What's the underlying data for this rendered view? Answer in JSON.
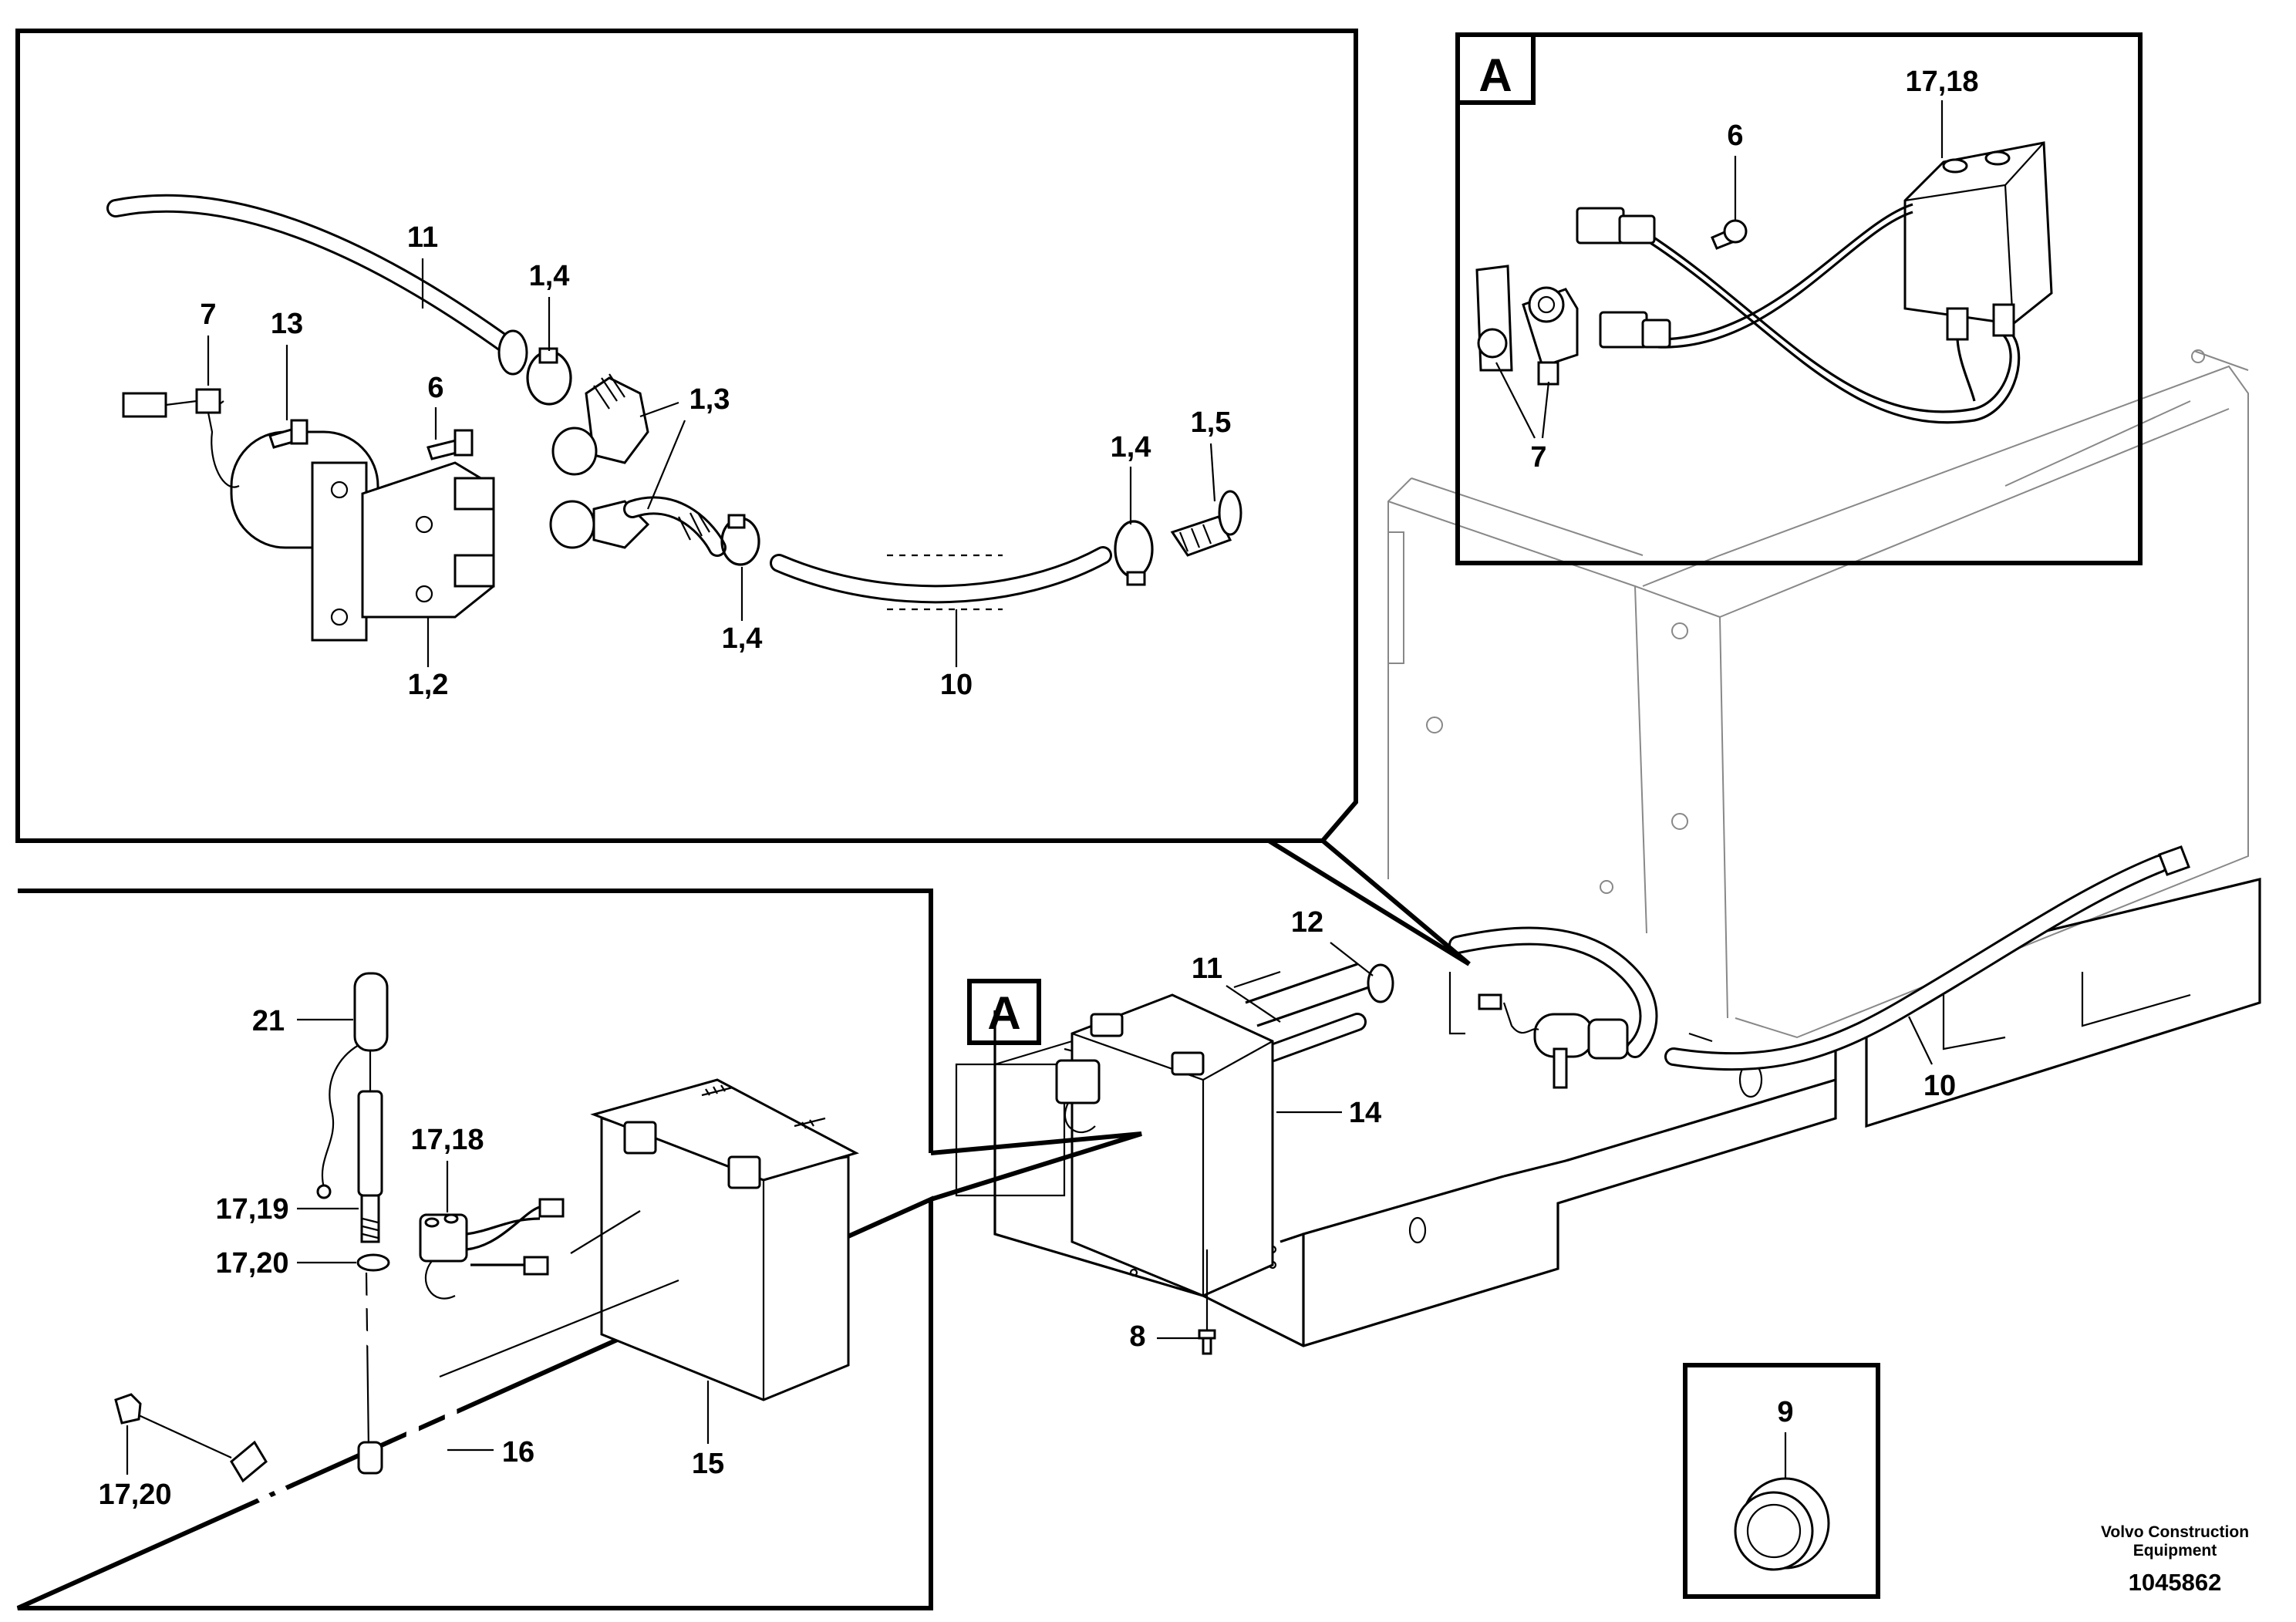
{
  "labels": {
    "tl_11": "11",
    "tl_7": "7",
    "tl_13": "13",
    "tl_1_4_top": "1,4",
    "tl_6": "6",
    "tl_1_3": "1,3",
    "tl_1_4_right": "1,4",
    "tl_1_5": "1,5",
    "tl_1_4_bottom": "1,4",
    "tl_1_2": "1,2",
    "tl_10": "10",
    "tr_6": "6",
    "tr_17_18": "17,18",
    "tr_7": "7",
    "m_12": "12",
    "m_11": "11",
    "m_14": "14",
    "m_10": "10",
    "m_8": "8",
    "bl_21": "21",
    "bl_17_18": "17,18",
    "bl_17_19": "17,19",
    "bl_17_20_top": "17,20",
    "bl_16": "16",
    "bl_15": "15",
    "bl_17_20_bottom": "17,20",
    "br_9": "9"
  },
  "detail_markers": {
    "top_right": "A",
    "main_view": "A"
  },
  "watermark": {
    "brand_line1": "Volvo Construction",
    "brand_line2": "Equipment",
    "drawing_number": "1045862"
  }
}
